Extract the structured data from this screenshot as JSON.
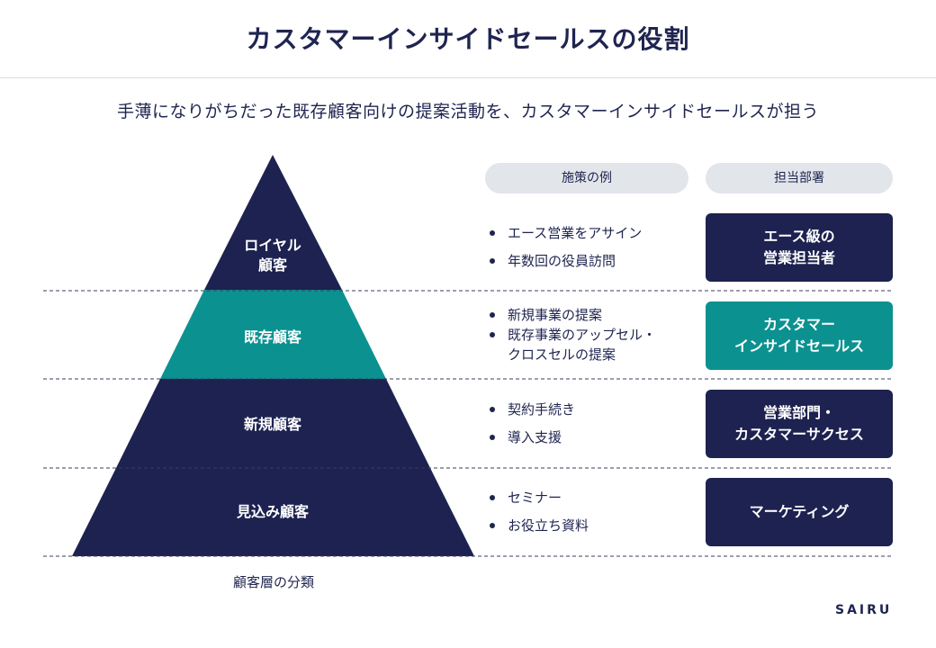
{
  "title": "カスタマーインサイドセールスの役割",
  "subtitle": "手薄になりがちだった既存顧客向けの提案活動を、カスタマーインサイドセールスが担う",
  "headers": {
    "measures": "施策の例",
    "department": "担当部署"
  },
  "pyramid_caption": "顧客層の分類",
  "tiers": [
    {
      "label": "ロイヤル\n顧客",
      "color": "#1d2250",
      "measures": [
        "エース営業をアサイン",
        "年数回の役員訪問"
      ],
      "department": "エース級の\n営業担当者"
    },
    {
      "label": "既存顧客",
      "color": "#0c9191",
      "measures": [
        "新規事業の提案",
        "既存事業のアップセル・\nクロスセルの提案"
      ],
      "department": "カスタマー\nインサイドセールス"
    },
    {
      "label": "新規顧客",
      "color": "#1d2250",
      "measures": [
        "契約手続き",
        "導入支援"
      ],
      "department": "営業部門・\nカスタマーサクセス"
    },
    {
      "label": "見込み顧客",
      "color": "#1d2250",
      "measures": [
        "セミナー",
        "お役立ち資料"
      ],
      "department": "マーケティング"
    }
  ],
  "logo": "SAIRU"
}
